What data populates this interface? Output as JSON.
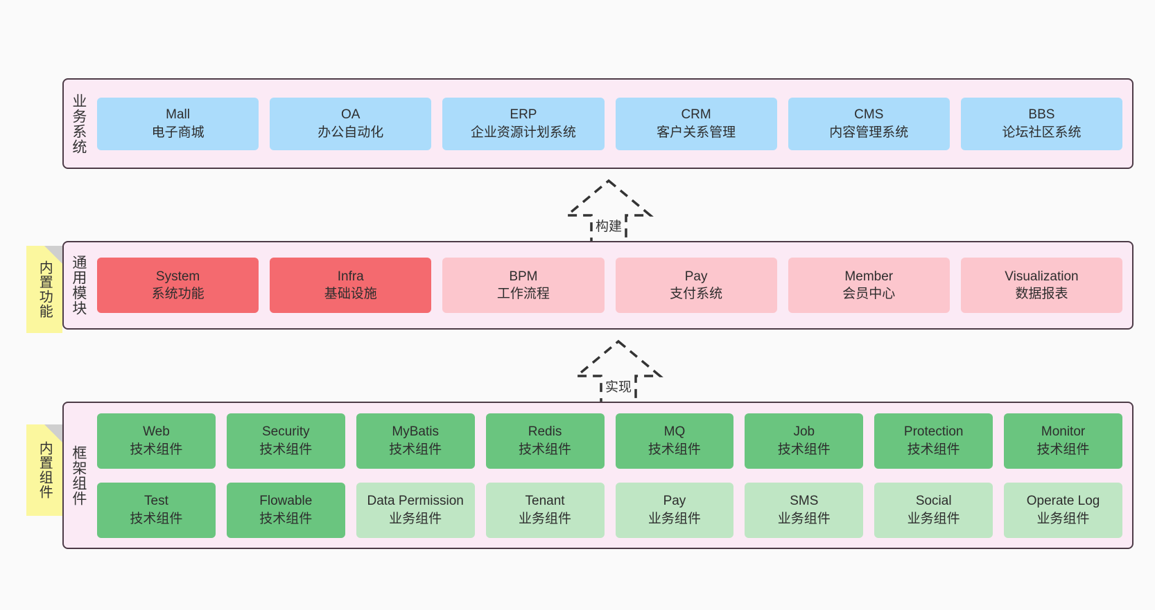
{
  "diagram": {
    "background": "#fafafa",
    "layer_fill": "#fbeaf5",
    "layer_border": "#4d3b47",
    "note_fill": "#fbf79e",
    "colors": {
      "blue": "#abdcfb",
      "red": "#f46a6f",
      "pink": "#fcc6cd",
      "green": "#6ac57f",
      "green_light": "#bfe6c4"
    }
  },
  "layers": [
    {
      "id": "business-system",
      "title": "业务系统",
      "rows": [
        {
          "nodes": [
            {
              "en": "Mall",
              "cn": "电子商城",
              "color": "blue"
            },
            {
              "en": "OA",
              "cn": "办公自动化",
              "color": "blue"
            },
            {
              "en": "ERP",
              "cn": "企业资源计划系统",
              "color": "blue"
            },
            {
              "en": "CRM",
              "cn": "客户关系管理",
              "color": "blue"
            },
            {
              "en": "CMS",
              "cn": "内容管理系统",
              "color": "blue"
            },
            {
              "en": "BBS",
              "cn": "论坛社区系统",
              "color": "blue"
            }
          ]
        }
      ]
    },
    {
      "id": "common-module",
      "title": "通用模块",
      "note": "内置功能",
      "rows": [
        {
          "nodes": [
            {
              "en": "System",
              "cn": "系统功能",
              "color": "red"
            },
            {
              "en": "Infra",
              "cn": "基础设施",
              "color": "red"
            },
            {
              "en": "BPM",
              "cn": "工作流程",
              "color": "pink"
            },
            {
              "en": "Pay",
              "cn": "支付系统",
              "color": "pink"
            },
            {
              "en": "Member",
              "cn": "会员中心",
              "color": "pink"
            },
            {
              "en": "Visualization",
              "cn": "数据报表",
              "color": "pink"
            }
          ]
        }
      ]
    },
    {
      "id": "framework-component",
      "title": "框架组件",
      "note": "内置组件",
      "rows": [
        {
          "nodes": [
            {
              "en": "Web",
              "cn": "技术组件",
              "color": "green"
            },
            {
              "en": "Security",
              "cn": "技术组件",
              "color": "green"
            },
            {
              "en": "MyBatis",
              "cn": "技术组件",
              "color": "green"
            },
            {
              "en": "Redis",
              "cn": "技术组件",
              "color": "green"
            },
            {
              "en": "MQ",
              "cn": "技术组件",
              "color": "green"
            },
            {
              "en": "Job",
              "cn": "技术组件",
              "color": "green"
            },
            {
              "en": "Protection",
              "cn": "技术组件",
              "color": "green"
            },
            {
              "en": "Monitor",
              "cn": "技术组件",
              "color": "green"
            }
          ]
        },
        {
          "nodes": [
            {
              "en": "Test",
              "cn": "技术组件",
              "color": "green"
            },
            {
              "en": "Flowable",
              "cn": "技术组件",
              "color": "green"
            },
            {
              "en": "Data Permission",
              "cn": "业务组件",
              "color": "green_light",
              "wrap": true
            },
            {
              "en": "Tenant",
              "cn": "业务组件",
              "color": "green_light"
            },
            {
              "en": "Pay",
              "cn": "业务组件",
              "color": "green_light"
            },
            {
              "en": "SMS",
              "cn": "业务组件",
              "color": "green_light"
            },
            {
              "en": "Social",
              "cn": "业务组件",
              "color": "green_light"
            },
            {
              "en": "Operate Log",
              "cn": "业务组件",
              "color": "green_light"
            }
          ]
        }
      ]
    }
  ],
  "connectors": [
    {
      "id": "build",
      "label": "构建",
      "style": "dashed-hollow-arrow-up"
    },
    {
      "id": "implement",
      "label": "实现",
      "style": "dashed-hollow-arrow-up"
    }
  ]
}
